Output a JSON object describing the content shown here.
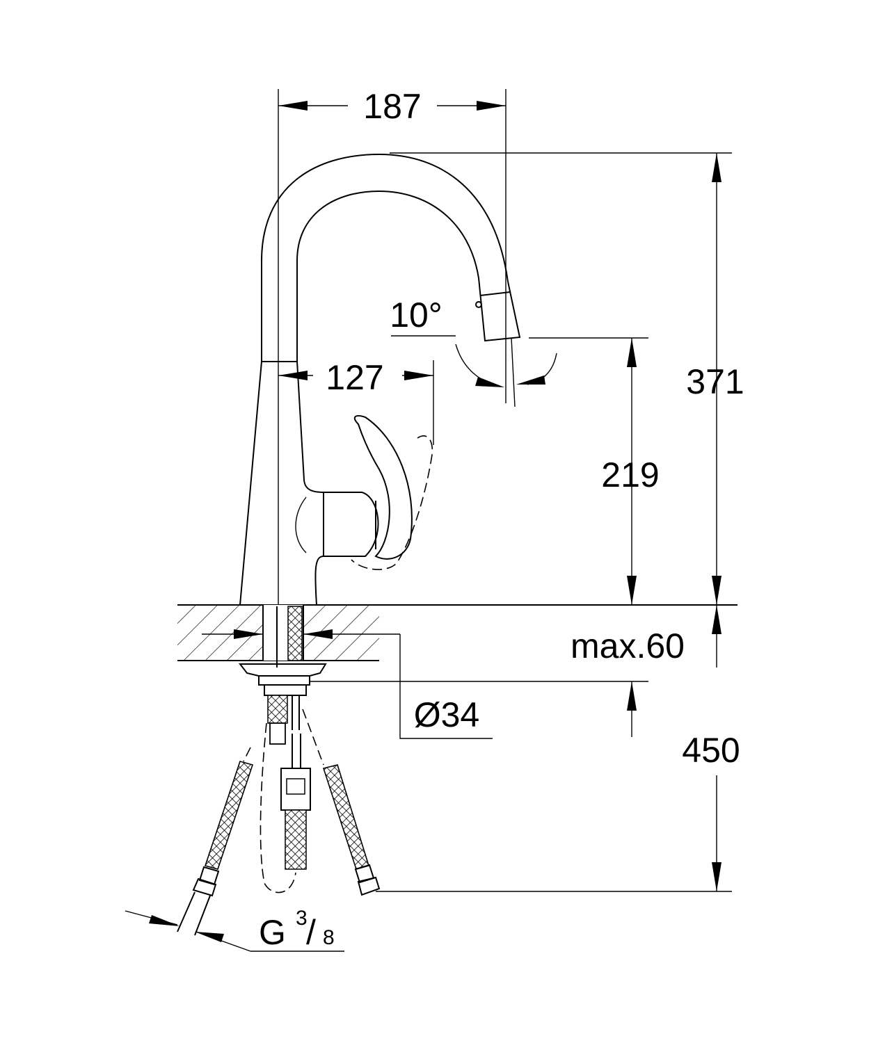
{
  "drawing": {
    "dimensions": {
      "spout_reach": "187",
      "total_height": "371",
      "aerator_height": "219",
      "lever_reach": "127",
      "swivel_angle": "10°",
      "max_deck_thickness": "max.60",
      "hole_diameter": "Ø34",
      "hose_length": "450",
      "connection_thread": "G",
      "thread_num": "3",
      "thread_den": "8"
    },
    "colors": {
      "line": "#000000",
      "background": "#ffffff"
    }
  }
}
